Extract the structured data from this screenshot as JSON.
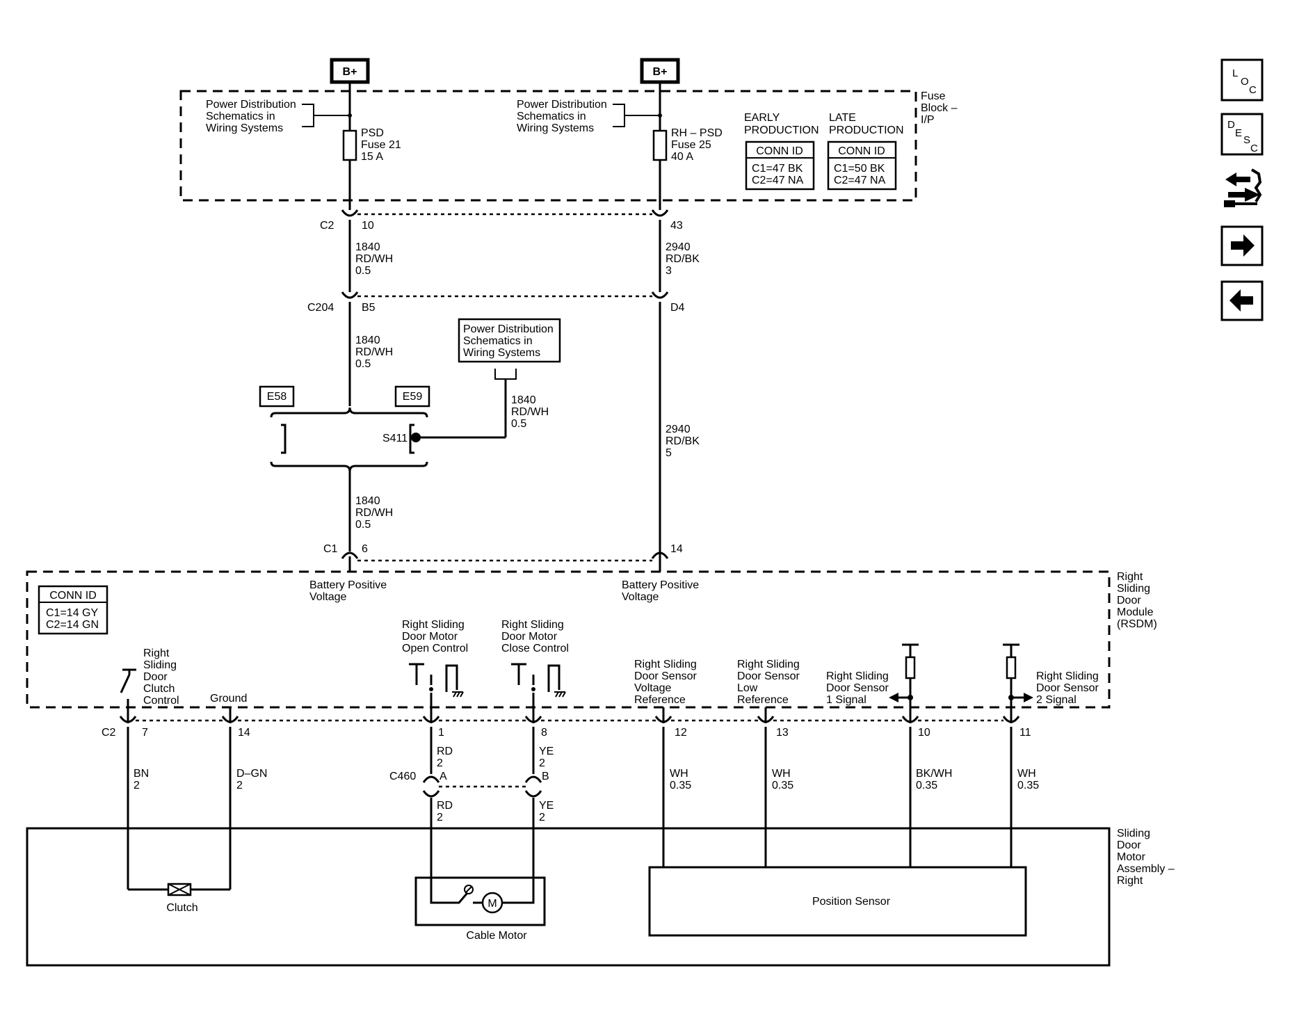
{
  "bplus": "B+",
  "fuse_block": {
    "label": [
      "Fuse",
      "Block –",
      "I/P"
    ],
    "psd_fuse": [
      "PSD",
      "Fuse 21",
      "15 A"
    ],
    "rh_fuse": [
      "RH – PSD",
      "Fuse 25",
      "40 A"
    ],
    "power_dist_ref": [
      "Power Distribution",
      "Schematics in",
      "Wiring Systems"
    ],
    "early_header": [
      "EARLY",
      "PRODUCTION"
    ],
    "late_header": [
      "LATE",
      "PRODUCTION"
    ],
    "conn_id": "CONN ID",
    "early_rows": [
      "C1=47 BK",
      "C2=47 NA"
    ],
    "late_rows": [
      "C1=50 BK",
      "C2=47 NA"
    ]
  },
  "connectors": {
    "c2": "C2",
    "c2_left_pin": "10",
    "c2_right_pin": "43",
    "c204": "C204",
    "c204_left_pin": "B5",
    "c204_right_pin": "D4",
    "c1": "C1",
    "c1_left_pin": "6",
    "c1_right_pin": "14",
    "e58": "E58",
    "e59": "E59",
    "s411": "S411",
    "c2_bottom": "C2",
    "c460": "C460",
    "c460_pin_a": "A",
    "c460_pin_b": "B"
  },
  "wires": {
    "w_1840_a": [
      "1840",
      "RD/WH",
      "0.5"
    ],
    "w_2940_a": [
      "2940",
      "RD/BK",
      "3"
    ],
    "w_1840_b": [
      "1840",
      "RD/WH",
      "0.5"
    ],
    "w_1840_c": [
      "1840",
      "RD/WH",
      "0.5"
    ],
    "w_2940_b": [
      "2940",
      "RD/BK",
      "5"
    ],
    "w_1840_d": [
      "1840",
      "RD/WH",
      "0.5"
    ]
  },
  "power_dist_ref_mid": [
    "Power Distribution",
    "Schematics in",
    "Wiring Systems"
  ],
  "rsdm": {
    "label": [
      "Right",
      "Sliding",
      "Door",
      "Module",
      "(RSDM)"
    ],
    "conn_id": "CONN ID",
    "conn_rows": [
      "C1=14 GY",
      "C2=14 GN"
    ],
    "batt_left": [
      "Battery Positive",
      "Voltage"
    ],
    "batt_right": [
      "Battery Positive",
      "Voltage"
    ],
    "clutch_control": [
      "Right",
      "Sliding",
      "Door",
      "Clutch",
      "Control"
    ],
    "ground": "Ground",
    "open_control": [
      "Right Sliding",
      "Door Motor",
      "Open Control"
    ],
    "close_control": [
      "Right Sliding",
      "Door Motor",
      "Close Control"
    ],
    "sensor_vref": [
      "Right Sliding",
      "Door Sensor",
      "Voltage",
      "Reference"
    ],
    "sensor_low": [
      "Right Sliding",
      "Door Sensor",
      "Low",
      "Reference"
    ],
    "sensor_sig1": [
      "Right Sliding",
      "Door Sensor",
      "1 Signal"
    ],
    "sensor_sig2": [
      "Right Sliding",
      "Door Sensor",
      "2 Signal"
    ]
  },
  "bottom_pins": [
    "7",
    "14",
    "1",
    "8",
    "12",
    "13",
    "10",
    "11"
  ],
  "bottom_wires": {
    "bn": [
      "BN",
      "2"
    ],
    "dgn": [
      "D–GN",
      "2"
    ],
    "rd_top": [
      "RD",
      "2"
    ],
    "ye_top": [
      "YE",
      "2"
    ],
    "rd_bot": [
      "RD",
      "2"
    ],
    "ye_bot": [
      "YE",
      "2"
    ],
    "wh12": [
      "WH",
      "0.35"
    ],
    "wh13": [
      "WH",
      "0.35"
    ],
    "bkwh": [
      "BK/WH",
      "0.35"
    ],
    "wh11": [
      "WH",
      "0.35"
    ]
  },
  "motor_assembly": {
    "label": [
      "Sliding",
      "Door",
      "Motor",
      "Assembly –",
      "Right"
    ],
    "clutch": "Clutch",
    "cable_motor": "Cable Motor",
    "motor_symbol": "M",
    "position_sensor": "Position Sensor"
  },
  "nav": {
    "loc": [
      "L",
      "O",
      "C"
    ],
    "desc": [
      "D",
      "E",
      "S",
      "C"
    ],
    "icons": [
      "component-locator-icon",
      "description-icon",
      "connector-harness-icon",
      "next-page-arrow-icon",
      "previous-page-arrow-icon"
    ]
  }
}
